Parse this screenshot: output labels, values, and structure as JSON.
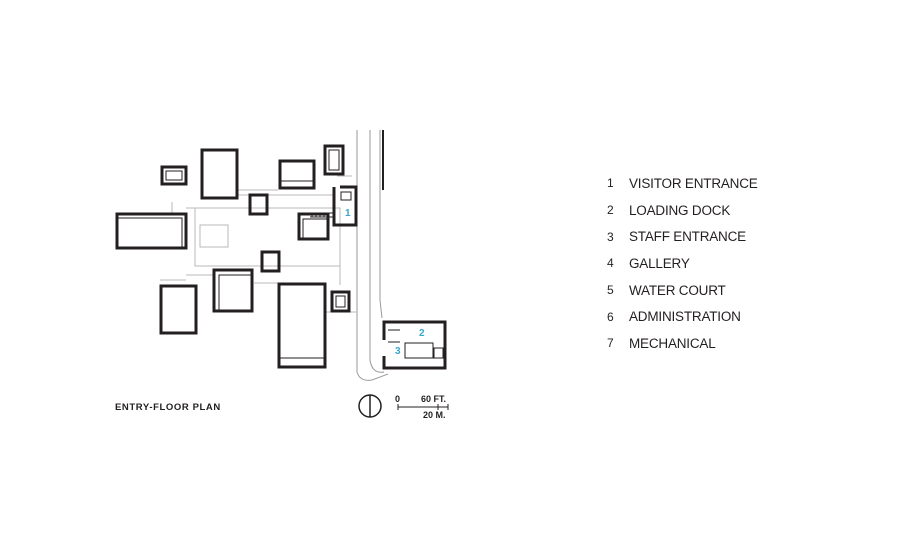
{
  "plan": {
    "title": "ENTRY-FLOOR PLAN",
    "callouts": [
      "1",
      "2",
      "3"
    ],
    "scale": {
      "zero": "0",
      "feet": "60 FT.",
      "meters": "20 M."
    },
    "north_arrow_icon": "north-arrow-icon"
  },
  "legend": [
    {
      "number": "1",
      "label": "VISITOR ENTRANCE"
    },
    {
      "number": "2",
      "label": "LOADING DOCK"
    },
    {
      "number": "3",
      "label": "STAFF ENTRANCE"
    },
    {
      "number": "4",
      "label": "GALLERY"
    },
    {
      "number": "5",
      "label": "WATER COURT"
    },
    {
      "number": "6",
      "label": "ADMINISTRATION"
    },
    {
      "number": "7",
      "label": "MECHANICAL"
    }
  ],
  "colors": {
    "ink": "#231f20",
    "callout": "#3aa6c9",
    "faint": "#b8b8b8"
  }
}
